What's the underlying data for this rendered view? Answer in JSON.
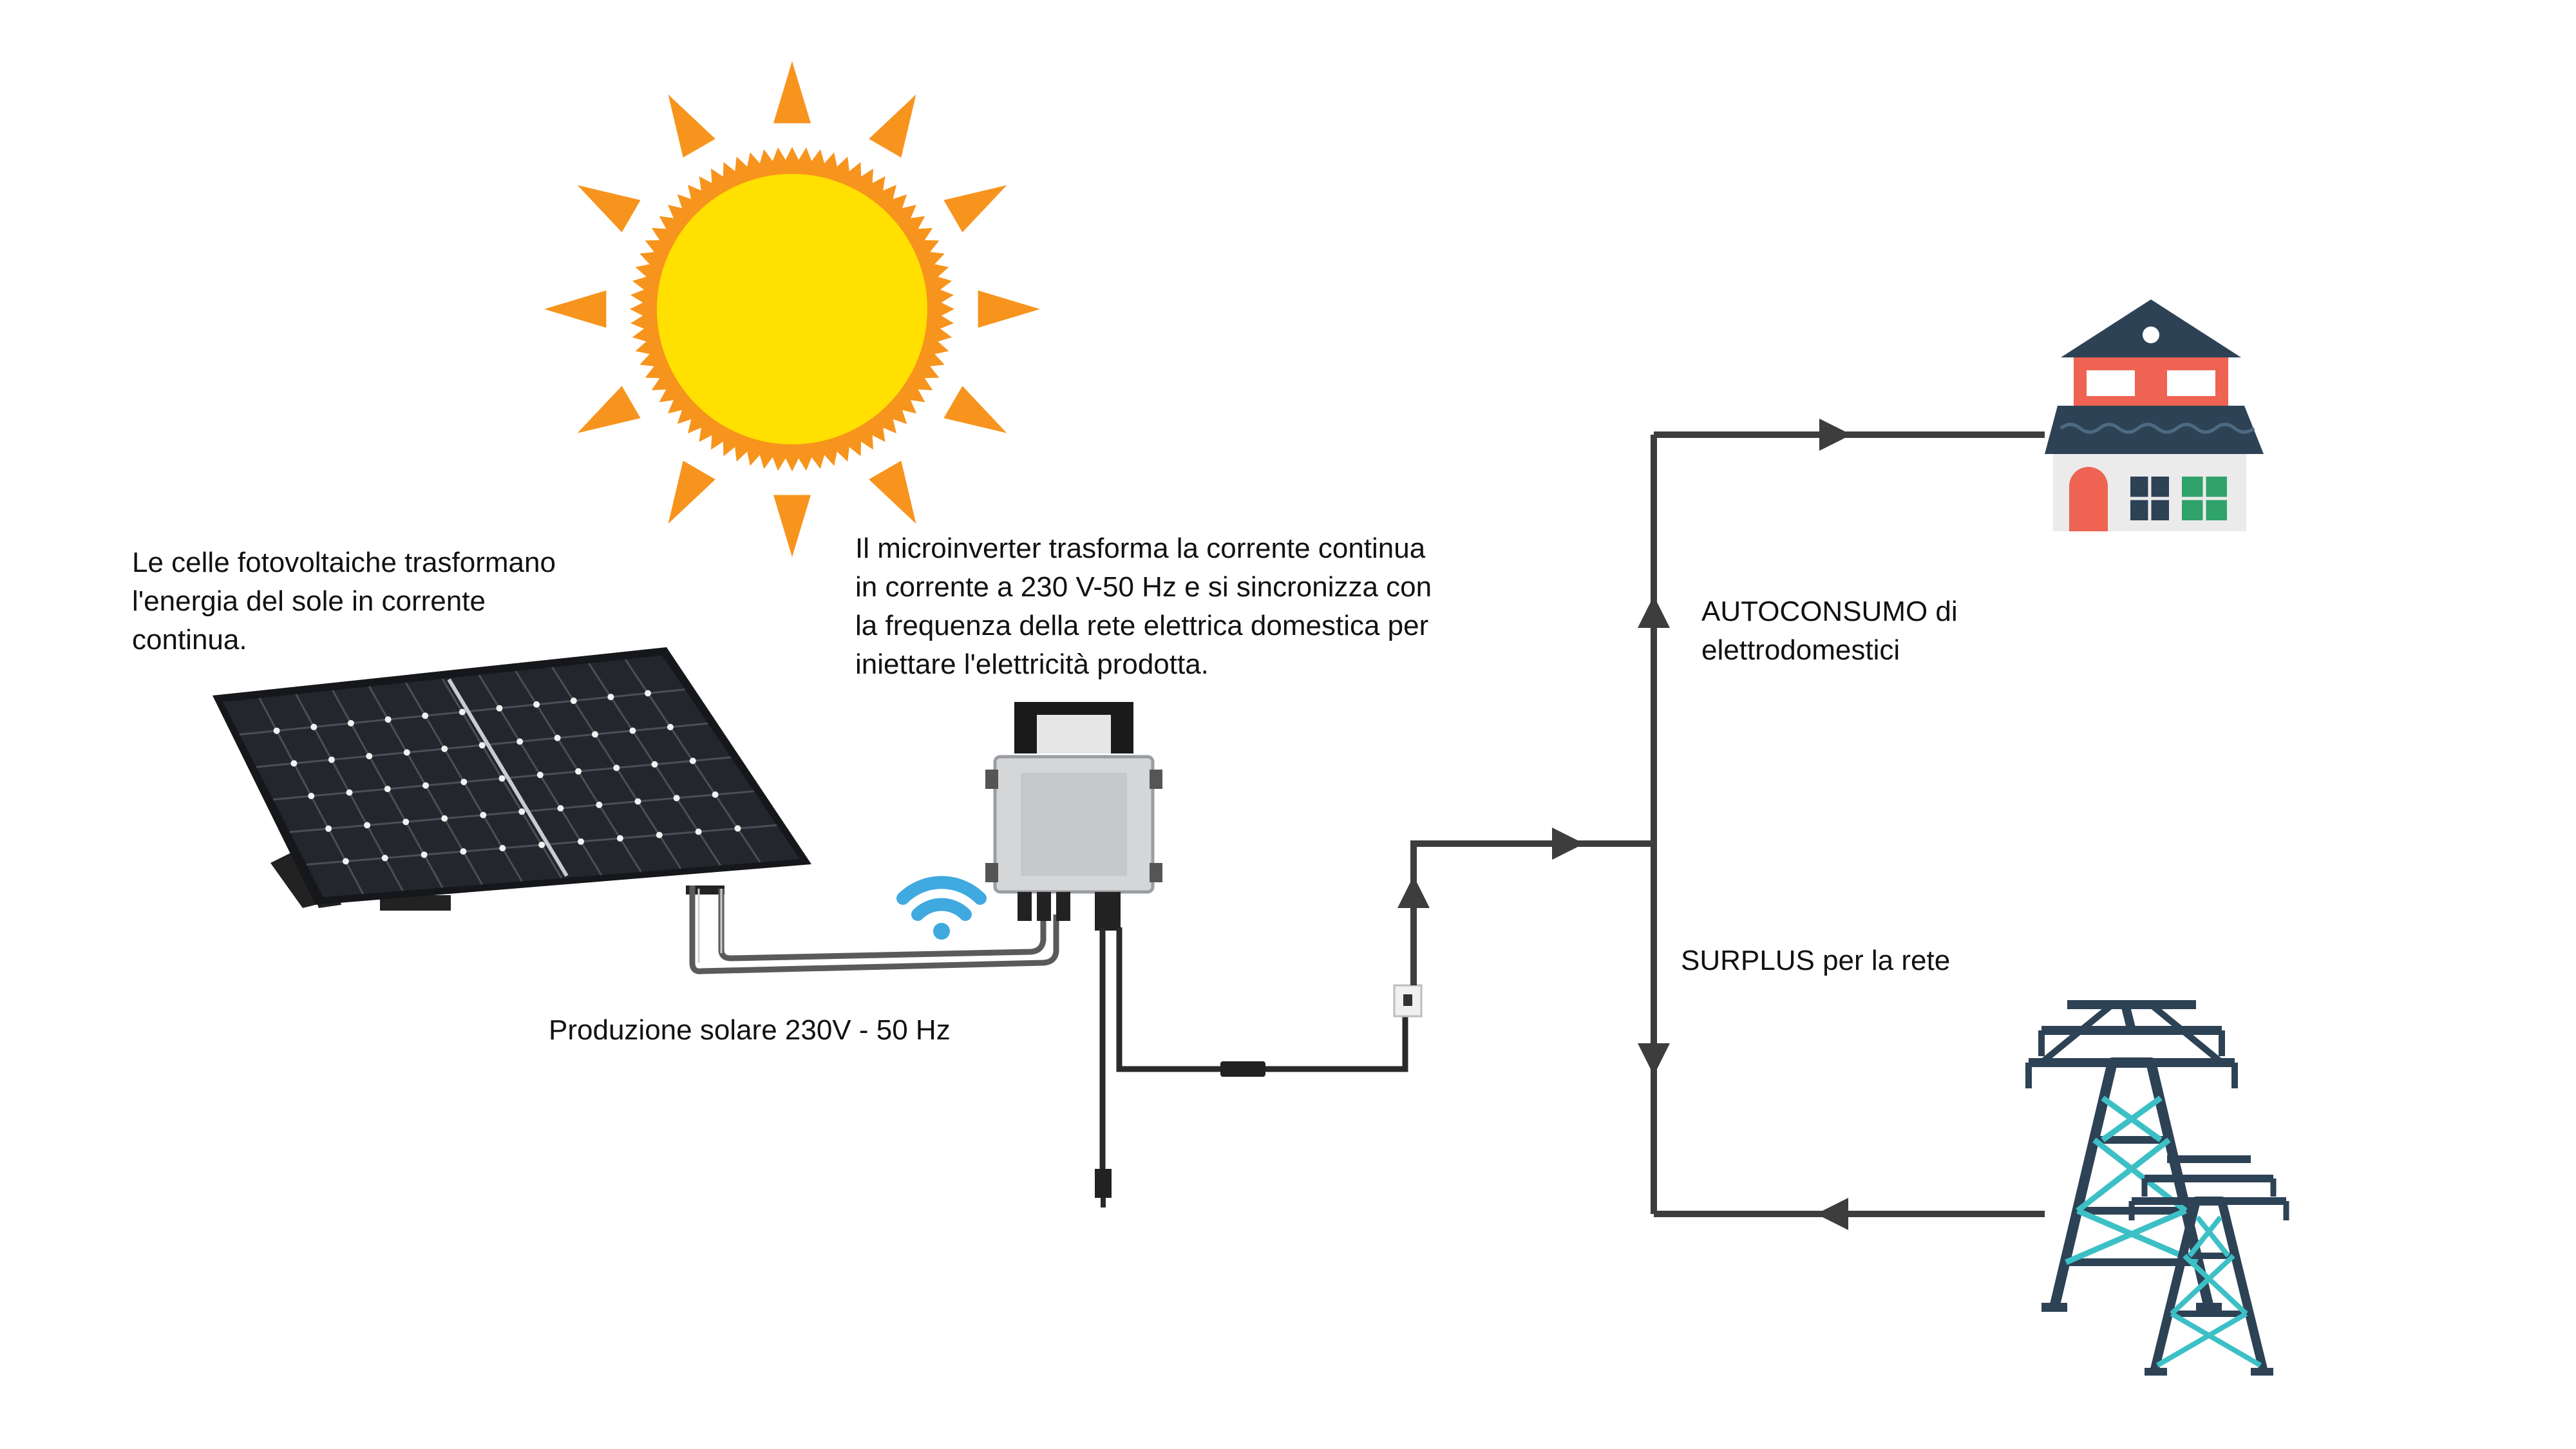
{
  "colors": {
    "sun_core": "#FFE000",
    "sun_rays": "#F7941D",
    "wire": "#3D3D3D",
    "wifi": "#3FA9E0",
    "panel": "#1E2126",
    "house_roof": "#2E4256",
    "house_wall": "#EE6352",
    "tower": "#2E4256",
    "tower_accent": "#3CC0C6"
  },
  "icons": [
    "sun-icon",
    "solar-panel-icon",
    "microinverter-icon",
    "wifi-icon",
    "socket-icon",
    "house-icon",
    "power-tower-icon"
  ],
  "labels": {
    "panel_note": [
      "Le celle fotovoltaiche trasformano",
      "l'energia del sole in corrente",
      "continua."
    ],
    "inverter_note": [
      "Il microinverter trasforma la corrente continua",
      "in corrente a 230 V-50 Hz e si sincronizza con",
      "la frequenza della rete elettrica domestica per",
      "iniettare l'elettricità prodotta."
    ],
    "production": "Produzione solare 230V - 50 Hz",
    "autoconsumo": [
      "AUTOCONSUMO di",
      "elettrodomestici"
    ],
    "surplus": "SURPLUS per la rete"
  }
}
